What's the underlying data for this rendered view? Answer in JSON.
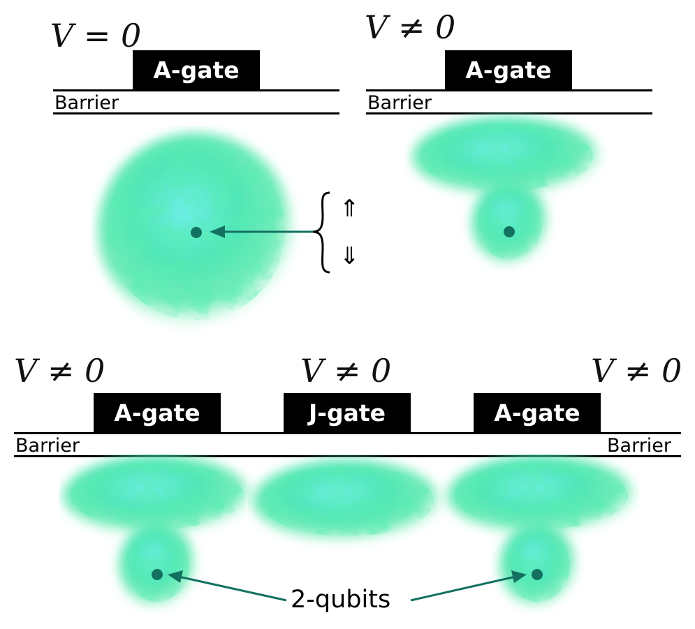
{
  "panels": {
    "top_left": {
      "voltage": "V = 0",
      "gate": "A-gate",
      "barrier": "Barrier"
    },
    "top_right": {
      "voltage": "V ≠ 0",
      "gate": "A-gate",
      "barrier": "Barrier"
    },
    "bottom": {
      "voltage_left": "V ≠ 0",
      "voltage_mid": "V ≠ 0",
      "voltage_right": "V ≠ 0",
      "gate_left": "A-gate",
      "gate_mid": "J-gate",
      "gate_right": "A-gate",
      "barrier_left": "Barrier",
      "barrier_right": "Barrier",
      "qubit_label": "2-qubits"
    }
  },
  "spin_states": {
    "up": "⇑",
    "down": "⇓"
  },
  "colors": {
    "cloud_core": "#5fe8e0",
    "cloud_body": "#3fe0a6",
    "cloud_edge": "#8ff0c8",
    "dot": "#137160",
    "gate": "#000000"
  }
}
